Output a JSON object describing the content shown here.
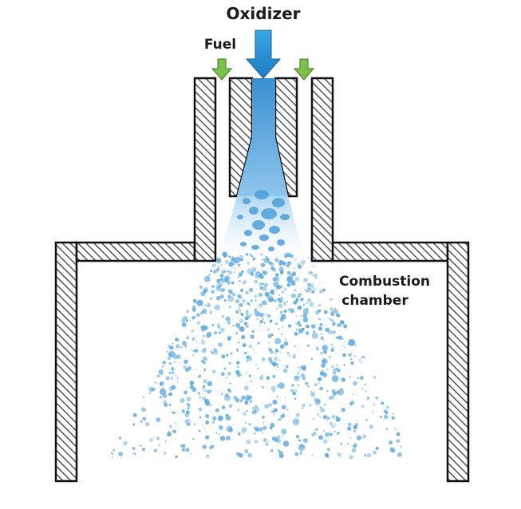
{
  "labels": {
    "oxidizer": "Oxidizer",
    "fuel": "Fuel",
    "chamber_line1": "Combustion",
    "chamber_line2": "chamber"
  },
  "colors": {
    "oxidizer_arrow": "#2a8ed6",
    "fuel_arrow": "#7ac04a",
    "spray": "#5aa8db",
    "wall_hatch": "#555555"
  }
}
